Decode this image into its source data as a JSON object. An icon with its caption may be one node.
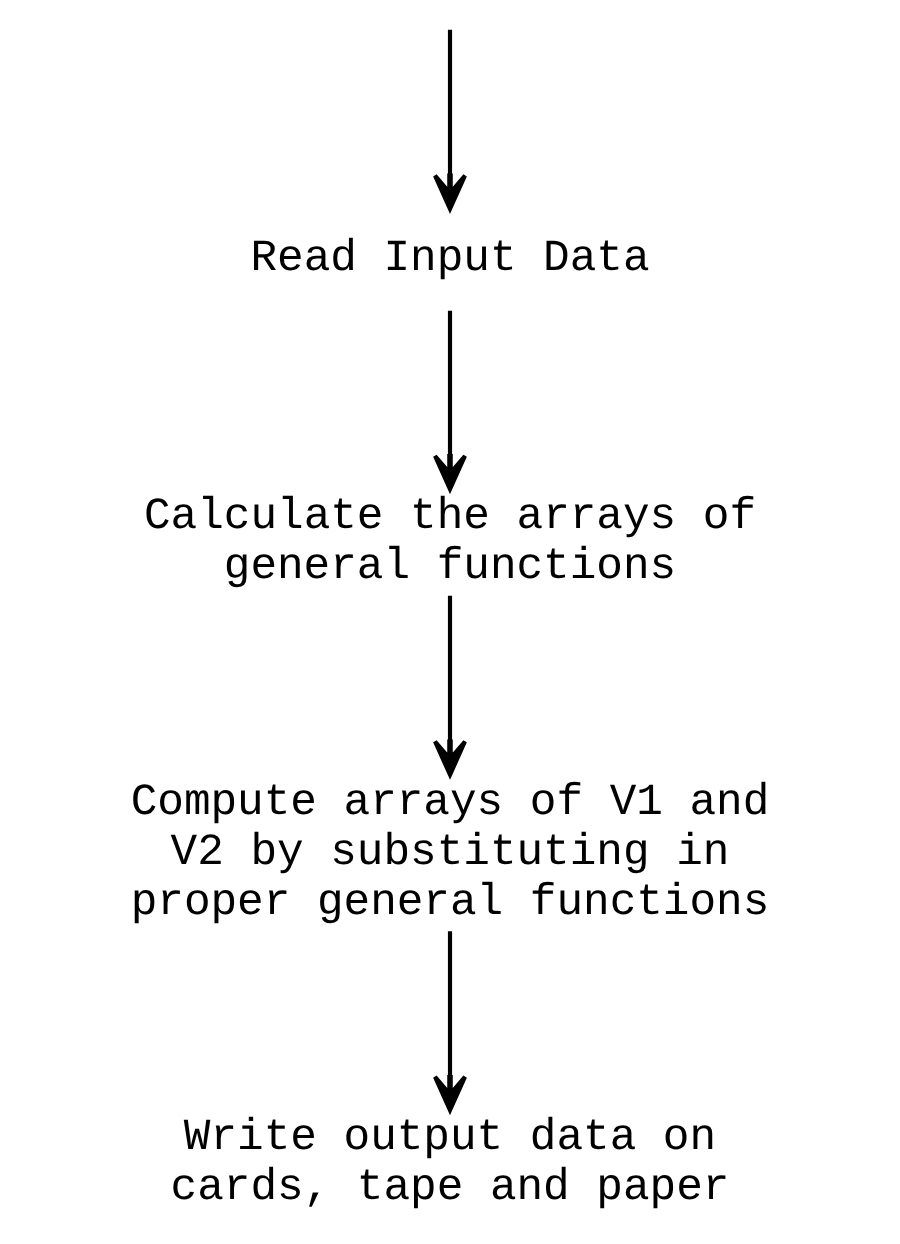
{
  "diagram": {
    "nodes": [
      {
        "text": [
          "Read Input Data"
        ]
      },
      {
        "text": [
          "Calculate the arrays of general functions"
        ]
      },
      {
        "text": [
          "Compute arrays of V1 and V2 by substituting in proper general functions"
        ]
      },
      {
        "text": [
          "Write output data on cards, tape and paper"
        ]
      }
    ],
    "edges": [
      {
        "from": null,
        "to": 0,
        "arrow": "to"
      },
      {
        "from": 0,
        "to": 1,
        "arrow": "to"
      },
      {
        "from": 1,
        "to": 2,
        "arrow": "to"
      },
      {
        "from": 2,
        "to": 3,
        "arrow": "to"
      }
    ]
  }
}
